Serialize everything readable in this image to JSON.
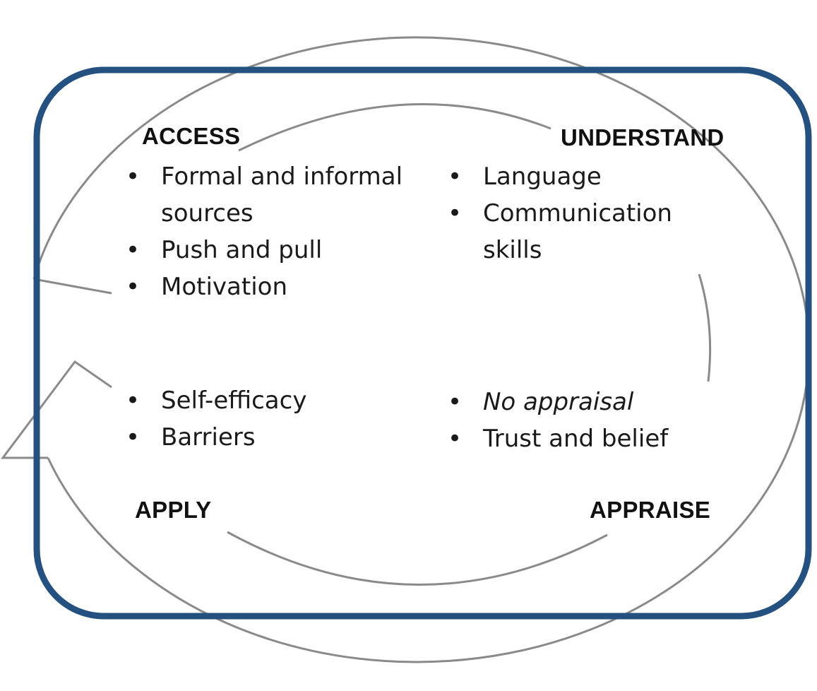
{
  "colors": {
    "frame": "#24517f",
    "cycle_line": "#8a8a8a",
    "text": "#1a1a1a"
  },
  "quadrants": {
    "access": {
      "heading": "ACCESS",
      "items": [
        "Formal and informal sources",
        "Push and pull",
        "Motivation"
      ]
    },
    "understand": {
      "heading": "UNDERSTAND",
      "items": [
        "Language",
        "Communication skills"
      ]
    },
    "apply": {
      "heading": "APPLY",
      "items": [
        "Self-efficacy",
        "Barriers"
      ]
    },
    "appraise": {
      "heading": "APPRAISE",
      "items": [
        "No appraisal",
        "Trust and belief"
      ]
    }
  }
}
